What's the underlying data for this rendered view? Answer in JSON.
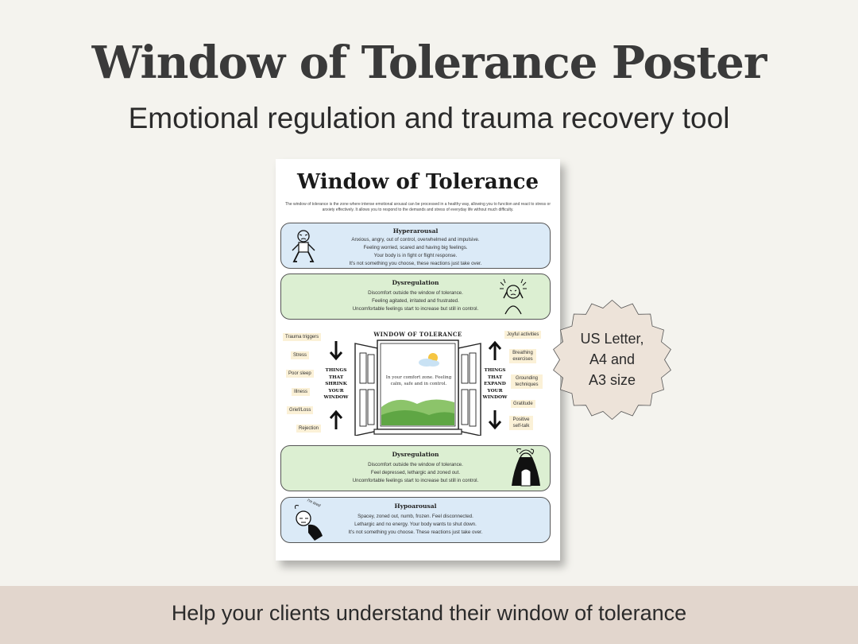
{
  "header": {
    "title": "Window of Tolerance Poster",
    "subtitle": "Emotional regulation and trauma recovery tool"
  },
  "poster": {
    "title": "Window of Tolerance",
    "intro": "The window of tolerance is the zone where intense emotional arousal can be processed in a healthy way, allowing you to function and react to stress or anxiety effectively. It allows you to respond to the demands and stress of everyday life without much difficulty.",
    "hyperarousal": {
      "heading": "Hyperarousal",
      "lines": [
        "Anxious, angry, out of control, overwhelmed and impulsive.",
        "Feeling worried, scared and having big feelings.",
        "Your body is in fight or flight response.",
        "It's not something you choose, these reactions just take over."
      ]
    },
    "dysregulation_top": {
      "heading": "Dysregulation",
      "lines": [
        "Discomfort outside the window of tolerance.",
        "Feeling agitated, irritated and frustrated.",
        "Uncomfortable feelings start to increase but still in control."
      ]
    },
    "window_title": "WINDOW OF TOLERANCE",
    "shrink_label": "THINGS THAT SHRINK YOUR WINDOW",
    "expand_label": "THINGS THAT EXPAND YOUR WINDOW",
    "comfort_text": "In your comfort zone. Feeling calm, safe and in control.",
    "shrink_items": [
      "Trauma triggers",
      "Stress",
      "Poor sleep",
      "Illness",
      "Grief/Loss",
      "Rejection"
    ],
    "expand_items": [
      "Joyful activities",
      "Breathing exercises",
      "Grounding techniques",
      "Gratitude",
      "Positive self-talk"
    ],
    "dysregulation_bottom": {
      "heading": "Dysregulation",
      "lines": [
        "Discomfort outside the window of tolerance.",
        "Feel depressed, lethargic and zoned out.",
        "Uncomfortable feelings start to increase but still in control."
      ]
    },
    "hypoarousal": {
      "heading": "Hypoarousal",
      "lines": [
        "Spacey, zoned out, numb, frozen. Feel disconnected.",
        "Lethargic and no energy. Your body wants to shut down.",
        "It's not something you choose. These reactions just take over."
      ]
    },
    "im_tired": "I'm tired"
  },
  "badge": {
    "lines": [
      "US Letter,",
      "A4 and",
      "A3 size"
    ]
  },
  "footer": {
    "text": "Help your clients understand their window of tolerance"
  },
  "colors": {
    "blue_band": "#dbeaf7",
    "green_band": "#dcefd2",
    "tag_bg": "#fbf1d7",
    "badge_bg": "#ede3d9",
    "footer_bg": "#e2d6cd"
  }
}
